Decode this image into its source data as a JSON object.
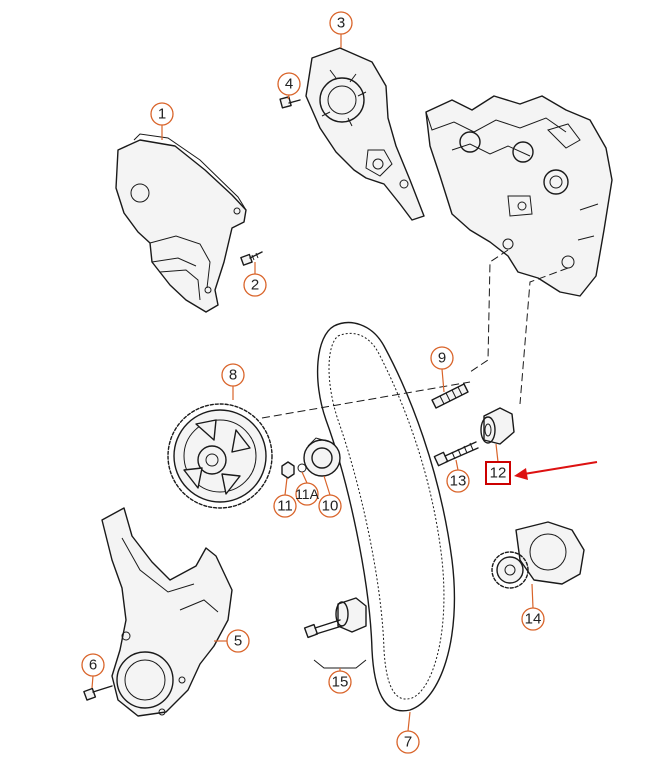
{
  "parts": [
    {
      "id": "1",
      "label": "1"
    },
    {
      "id": "2",
      "label": "2"
    },
    {
      "id": "3",
      "label": "3"
    },
    {
      "id": "4",
      "label": "4"
    },
    {
      "id": "5",
      "label": "5"
    },
    {
      "id": "6",
      "label": "6"
    },
    {
      "id": "7",
      "label": "7"
    },
    {
      "id": "8",
      "label": "8"
    },
    {
      "id": "9",
      "label": "9"
    },
    {
      "id": "10",
      "label": "10"
    },
    {
      "id": "11",
      "label": "11"
    },
    {
      "id": "11A",
      "label": "11A"
    },
    {
      "id": "12",
      "label": "12"
    },
    {
      "id": "13",
      "label": "13"
    },
    {
      "id": "14",
      "label": "14"
    },
    {
      "id": "15",
      "label": "15"
    }
  ],
  "highlight": {
    "part": "12",
    "color": "#cc0000"
  },
  "colors": {
    "callout": "#d9642a",
    "arrow": "#dd1111",
    "line": "#1a1a1a"
  }
}
